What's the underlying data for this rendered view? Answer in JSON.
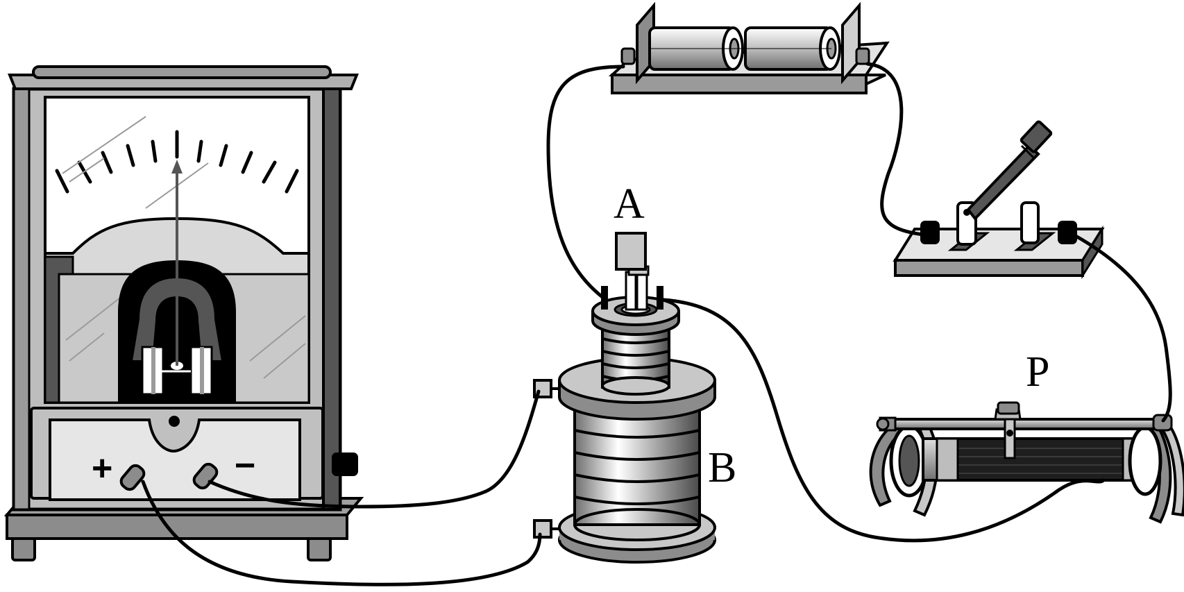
{
  "labels": {
    "coil_a": "A",
    "coil_b": "B",
    "rheostat": "P"
  },
  "galvanometer": {
    "plus": "+",
    "minus": "−"
  },
  "icons": [
    "galvanometer-icon",
    "battery-icon",
    "switch-icon",
    "rheostat-icon",
    "coil-icon"
  ],
  "colors": {
    "outline": "#000000",
    "dark_gray": "#555555",
    "mid_gray": "#8c8c8c",
    "light_gray": "#c8c8c8",
    "panel": "#e6e6e6"
  }
}
